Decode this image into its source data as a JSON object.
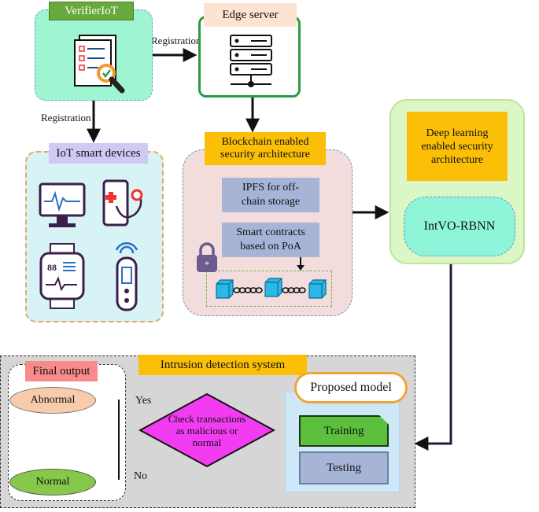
{
  "verifier": {
    "title": "VerifierIoT"
  },
  "edge": {
    "title": "Edge server"
  },
  "edges": {
    "registration_top": "Registration",
    "registration_left": "Registration",
    "yes": "Yes",
    "no": "No"
  },
  "iot": {
    "title": "IoT smart devices"
  },
  "blockchain": {
    "title_l1": "Blockchain enabled",
    "title_l2": "security architecture",
    "ipfs_l1": "IPFS for off-",
    "ipfs_l2": "chain storage",
    "smart_l1": "Smart contracts",
    "smart_l2": "based on PoA",
    "lock_symbol": "*"
  },
  "deep_learning": {
    "title_l1": "Deep learning",
    "title_l2": "enabled security",
    "title_l3": "architecture",
    "model": "IntVO-RBNN"
  },
  "ids": {
    "title": "Intrusion detection system",
    "final_output": "Final output",
    "abnormal": "Abnormal",
    "normal": "Normal",
    "decision_l1": "Check transactions",
    "decision_l2": "as malicious or",
    "decision_l3": "normal",
    "proposed_model": "Proposed model",
    "training": "Training",
    "testing": "Testing"
  },
  "colors": {
    "accent_yellow": "#fbbf07",
    "decision_magenta": "#f23cf2",
    "arrow": "#111111",
    "connector_dark": "#2a1a3a"
  }
}
